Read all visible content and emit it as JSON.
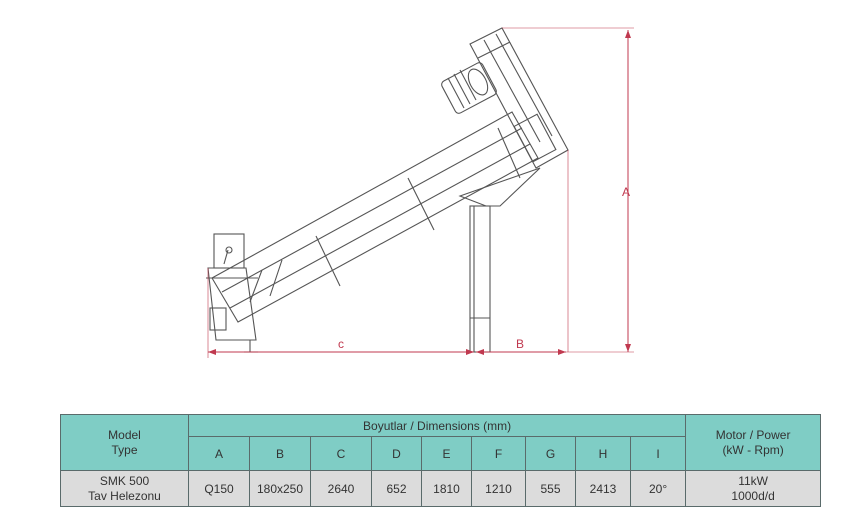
{
  "drawing": {
    "dimension_labels": {
      "a": "A",
      "b": "B",
      "c": "c"
    },
    "colors": {
      "line": "#555555",
      "dimension": "#c0394f"
    }
  },
  "table": {
    "model_header": [
      "Model",
      "Type"
    ],
    "dimensions_header": "Boyutlar / Dimensions (mm)",
    "motor_header": [
      "Motor / Power",
      "(kW - Rpm)"
    ],
    "columns": [
      "A",
      "B",
      "C",
      "D",
      "E",
      "F",
      "G",
      "H",
      "I"
    ],
    "model_value": [
      "SMK 500",
      "Tav Helezonu"
    ],
    "values": [
      "Q150",
      "180x250",
      "2640",
      "652",
      "1810",
      "1210",
      "555",
      "2413",
      "20°"
    ],
    "motor_value": [
      "11kW",
      "1000d/d"
    ],
    "colors": {
      "header_bg": "#7fcdc5",
      "value_bg": "#dcdcdc",
      "border": "#5a6b6b"
    }
  }
}
